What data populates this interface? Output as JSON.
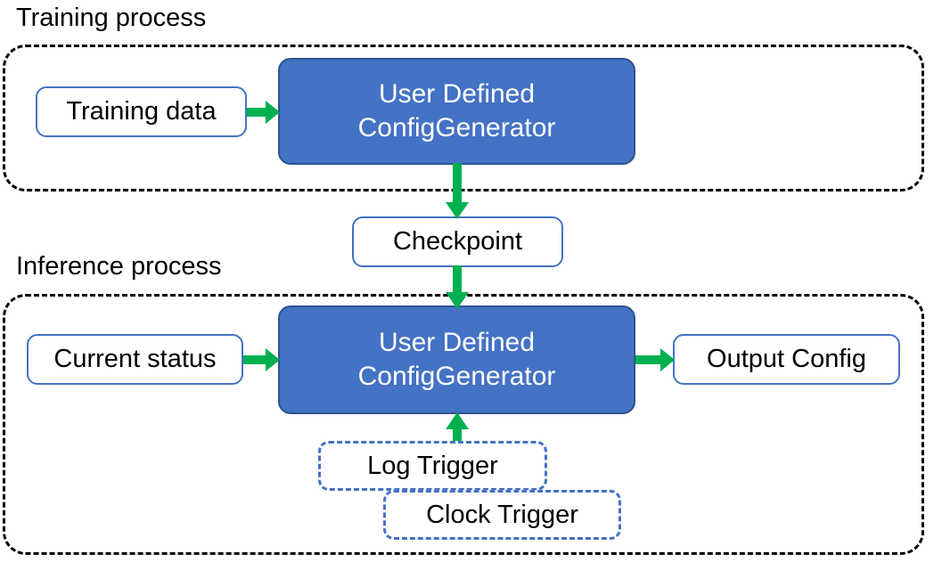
{
  "diagram": {
    "title_training": "Training process",
    "title_inference": "Inference process",
    "colors": {
      "node_fill_blue": "#4472C4",
      "node_border_blue": "#2F528F",
      "outline_blue": "#4472C4",
      "arrow_green": "#00B050",
      "container_dash": "#000000",
      "background": "#FFFFFF",
      "text_dark": "#000000",
      "text_light": "#FFFFFF"
    },
    "training_section": {
      "label": "Training process",
      "input_node": "Training data",
      "process_node_line1": "User Defined",
      "process_node_line2": "ConfigGenerator"
    },
    "bridge": {
      "node": "Checkpoint"
    },
    "inference_section": {
      "label": "Inference process",
      "input_node": "Current status",
      "process_node_line1": "User Defined",
      "process_node_line2": "ConfigGenerator",
      "output_node": "Output Config",
      "triggers": [
        {
          "label": "Log Trigger"
        },
        {
          "label": "Clock Trigger"
        }
      ]
    },
    "edges": [
      {
        "name": "training-data-to-generator",
        "from": "Training data",
        "to": "User Defined ConfigGenerator",
        "direction": "right"
      },
      {
        "name": "generator-to-checkpoint",
        "from": "User Defined ConfigGenerator",
        "to": "Checkpoint",
        "direction": "down"
      },
      {
        "name": "checkpoint-to-inference-generator",
        "from": "Checkpoint",
        "to": "User Defined ConfigGenerator",
        "direction": "down"
      },
      {
        "name": "current-status-to-generator",
        "from": "Current status",
        "to": "User Defined ConfigGenerator",
        "direction": "right"
      },
      {
        "name": "generator-to-output-config",
        "from": "User Defined ConfigGenerator",
        "to": "Output Config",
        "direction": "right"
      },
      {
        "name": "triggers-to-generator",
        "from": "Log Trigger / Clock Trigger",
        "to": "User Defined ConfigGenerator",
        "direction": "up"
      }
    ]
  }
}
